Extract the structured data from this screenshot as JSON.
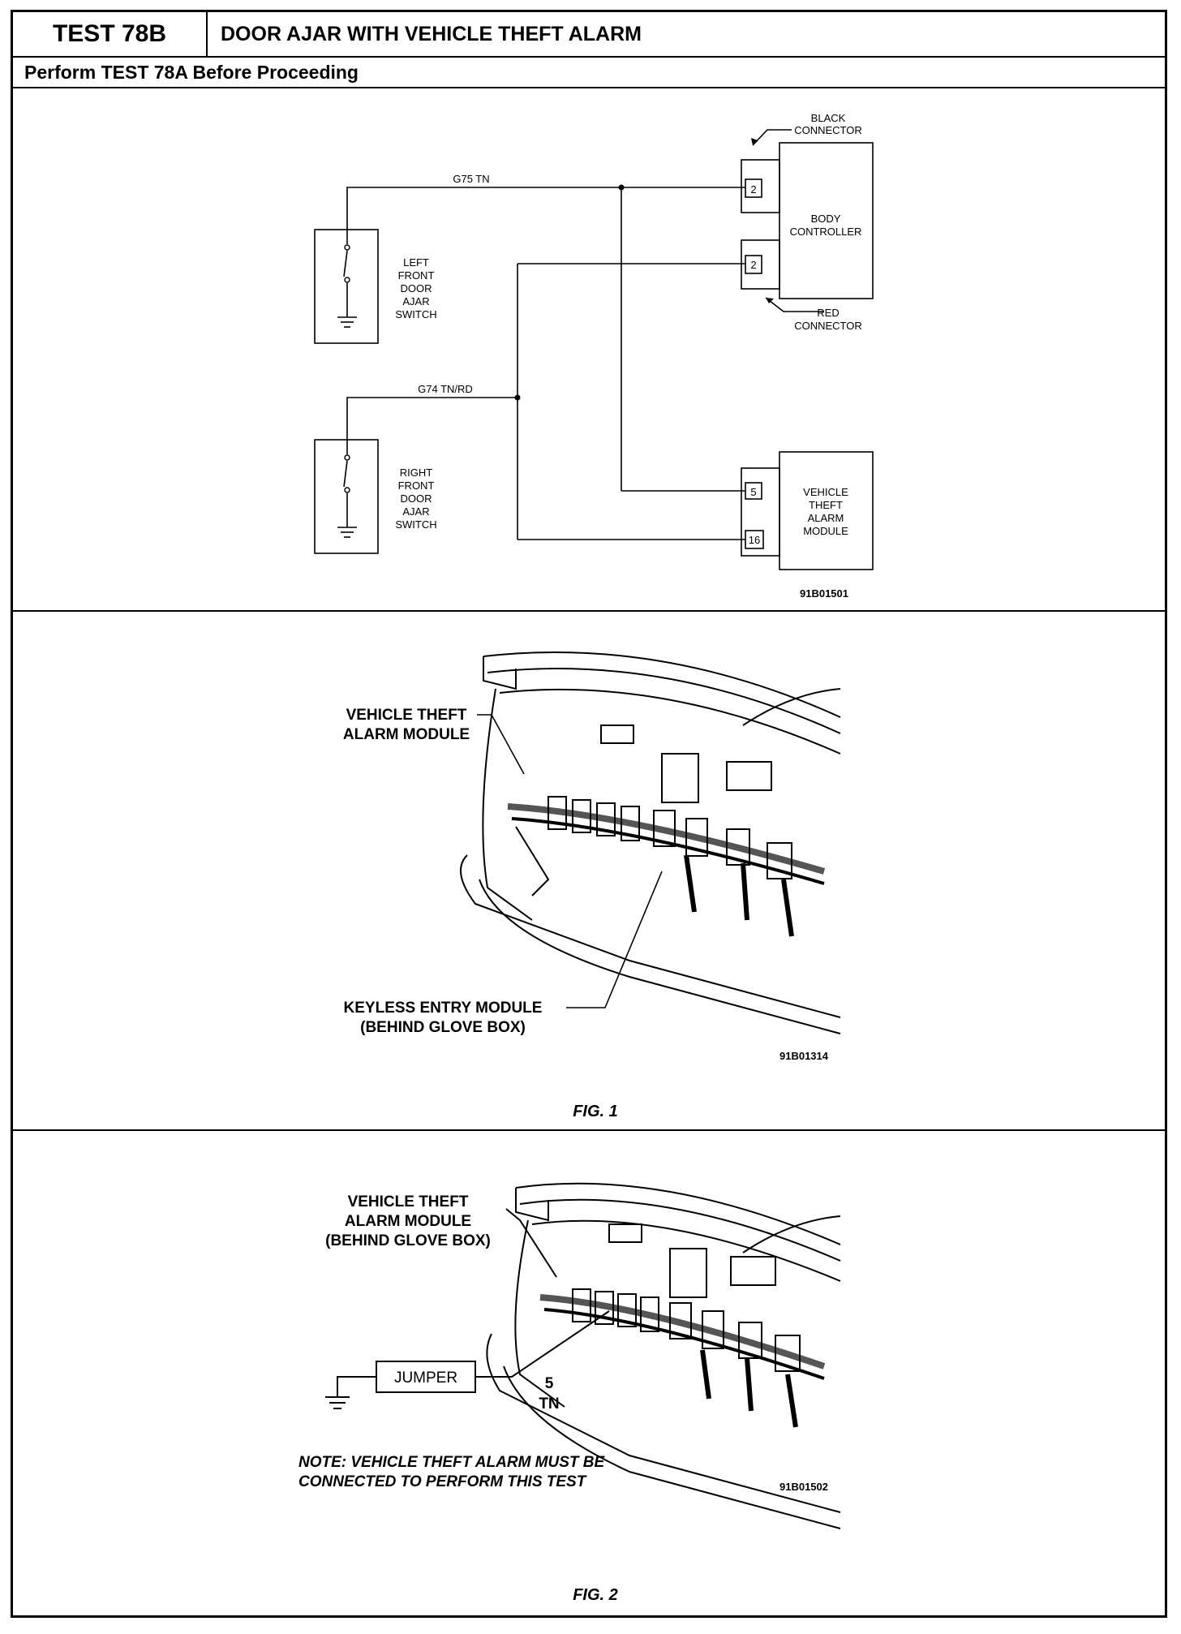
{
  "header": {
    "test_id": "TEST 78B",
    "title": "DOOR AJAR WITH VEHICLE THEFT ALARM",
    "prerequisite": "Perform TEST 78A Before Proceeding"
  },
  "schematic": {
    "black_connector": [
      "BLACK",
      "CONNECTOR"
    ],
    "red_connector": [
      "RED",
      "CONNECTOR"
    ],
    "body_controller": [
      "BODY",
      "CONTROLLER"
    ],
    "left_switch": [
      "LEFT",
      "FRONT",
      "DOOR",
      "AJAR",
      "SWITCH"
    ],
    "right_switch": [
      "RIGHT",
      "FRONT",
      "DOOR",
      "AJAR",
      "SWITCH"
    ],
    "vta_module": [
      "VEHICLE",
      "THEFT",
      "ALARM",
      "MODULE"
    ],
    "wire_g75": "G75  TN",
    "wire_g74": "G74  TN/RD",
    "pin_black": "2",
    "pin_red": "2",
    "pin_vta_a": "5",
    "pin_vta_b": "16",
    "code": "91B01501"
  },
  "fig1": {
    "vta_label": [
      "VEHICLE THEFT",
      "ALARM MODULE"
    ],
    "keyless_label": [
      "KEYLESS ENTRY MODULE",
      "(BEHIND GLOVE BOX)"
    ],
    "code": "91B01314",
    "caption": "FIG. 1"
  },
  "fig2": {
    "vta_label": [
      "VEHICLE THEFT",
      "ALARM MODULE",
      "(BEHIND GLOVE BOX)"
    ],
    "jumper": "JUMPER",
    "pin": "5",
    "wire": "TN",
    "note": [
      "NOTE: VEHICLE THEFT ALARM MUST BE",
      "CONNECTED TO PERFORM THIS TEST"
    ],
    "code": "91B01502",
    "caption": "FIG. 2"
  }
}
